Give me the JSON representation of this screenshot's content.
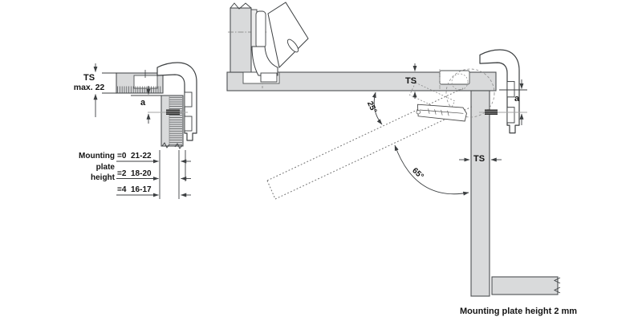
{
  "diagram_left": {
    "ts_line1": "TS",
    "ts_line2": "max. 22",
    "a_label": "a",
    "table": {
      "label_lines": [
        "Mounting",
        "plate",
        "height"
      ],
      "rows": [
        {
          "offset": "=0",
          "range": "21-22"
        },
        {
          "offset": "=2",
          "range": "18-20"
        },
        {
          "offset": "=4",
          "range": "16-17"
        }
      ]
    }
  },
  "diagram_right": {
    "ts_top": "TS",
    "ts_side": "TS",
    "a_label": "a",
    "angle_door": "25°",
    "angle_opening": "65°",
    "caption": "Mounting plate height 2 mm"
  },
  "colors": {
    "panel_fill": "#d9dadb",
    "panel_border": "#4d5052",
    "line": "#3c3f41",
    "axis_gray": "#a5a5a5",
    "dash_gray": "#8a8a8a",
    "text": "#141414"
  }
}
